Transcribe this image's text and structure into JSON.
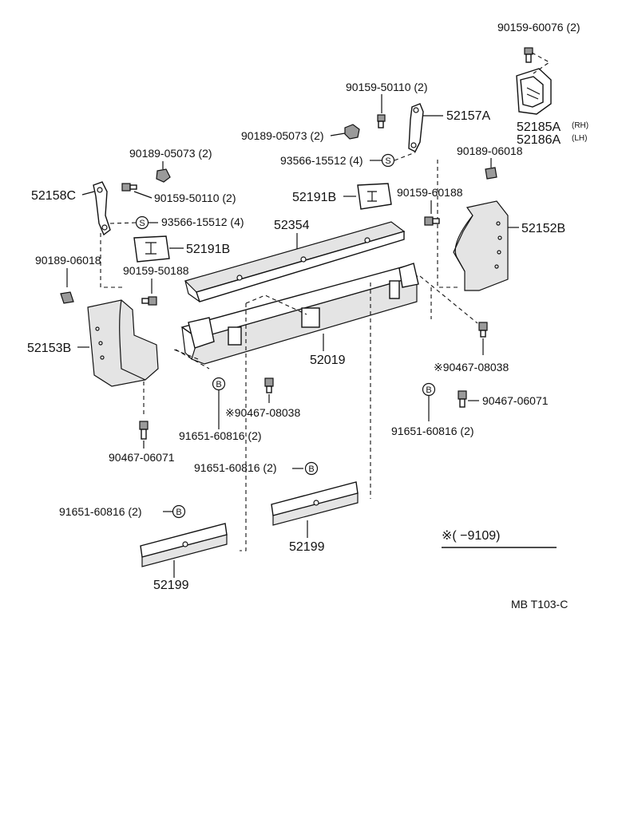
{
  "diagram": {
    "labels": {
      "p_90159_60076": "90159-60076 (2)",
      "p_52185A": "52185A",
      "p_52185A_side": "(RH)",
      "p_52186A": "52186A",
      "p_52186A_side": "(LH)",
      "p_90159_50110_top": "90159-50110 (2)",
      "p_52157A": "52157A",
      "p_90189_05073_top": "90189-05073 (2)",
      "p_93566_15512_top": "93566-15512 (4)",
      "p_90189_06018_right": "90189-06018",
      "p_90189_05073_left": "90189-05073 (2)",
      "p_52158C": "52158C",
      "p_90159_50110_left": "90159-50110 (2)",
      "p_52191B_top": "52191B",
      "p_90159_60188": "90159-60188",
      "p_93566_15512_left": "93566-15512 (4)",
      "p_52354": "52354",
      "p_52152B": "52152B",
      "p_52191B_left": "52191B",
      "p_90189_06018_left": "90189-06018",
      "p_90159_50188": "90159-50188",
      "p_52153B": "52153B",
      "p_52019": "52019",
      "p_90467_08038_right": "※90467-08038",
      "p_90467_06071_right": "90467-06071",
      "p_90467_08038_center": "※90467-08038",
      "p_91651_60816_center": "91651-60816 (2)",
      "p_91651_60816_right": "91651-60816 (2)",
      "p_90467_06071_left": "90467-06071",
      "p_91651_60816_mid": "91651-60816 (2)",
      "p_91651_60816_low": "91651-60816 (2)",
      "p_52199_right": "52199",
      "p_52199_left": "52199",
      "legend_note": "※(        −9109)",
      "figure_code": "MB T103-C",
      "marker_S": "S",
      "marker_B": "B"
    }
  }
}
